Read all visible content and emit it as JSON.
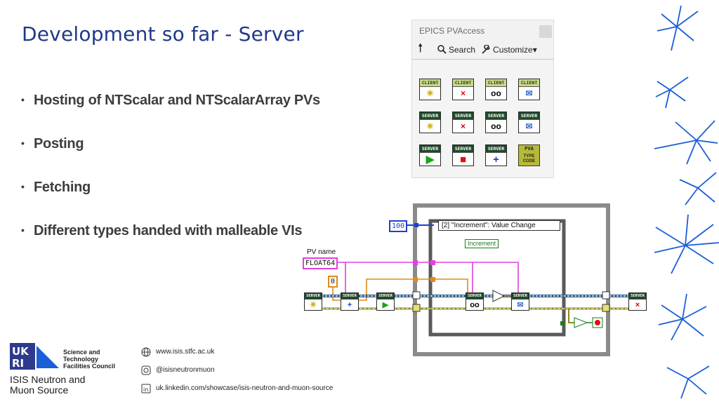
{
  "slide": {
    "title": "Development so far - Server",
    "bullets": [
      "Hosting of NTScalar and NTScalarArray PVs",
      "Posting",
      "Fetching",
      "Different types handed with malleable VIs"
    ]
  },
  "palette": {
    "title": "EPICS PVAccess",
    "toolbar": {
      "search_label": "Search",
      "customize_label": "Customize"
    },
    "client_label": "CLIENT",
    "server_label": "SERVER",
    "pva": {
      "label": "PVA",
      "sub1": "TYPE",
      "sub2": "CODE"
    }
  },
  "diagram": {
    "timeout_value": "100",
    "pv_name_label": "PV name",
    "pv_name_value": "FLOAT64",
    "initial_value": "0",
    "event_case": "[2] \"Increment\": Value Change",
    "increment_label": "Increment",
    "server_label": "SERVER"
  },
  "footer": {
    "logo_text": "UK RI",
    "org": [
      "Science and",
      "Technology",
      "Facilities Council"
    ],
    "brand": [
      "ISIS Neutron and",
      "Muon Source"
    ],
    "links": {
      "website": "www.isis.stfc.ac.uk",
      "instagram": "@isisneutronmuon",
      "linkedin": "uk.linkedin.com/showcase/isis-neutron-and-muon-source"
    }
  },
  "colors": {
    "title": "#1f3a8a",
    "accent": "#1a5fd6",
    "wire_pink": "#e040e0",
    "wire_orange": "#e08a1a",
    "wire_green": "#8a8a1a"
  }
}
